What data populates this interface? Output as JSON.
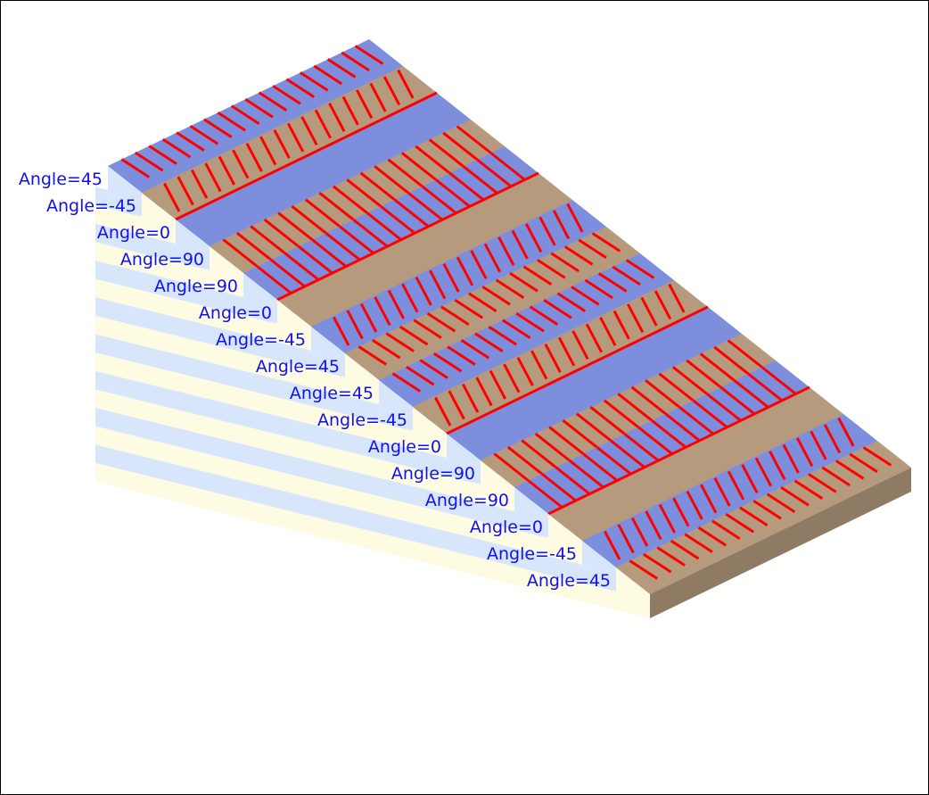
{
  "diagram": {
    "background": "#ffffff",
    "border_color": "#000000",
    "label_color": "#1010f0",
    "hatch_color": "#ff0000",
    "colors": {
      "blue_top": "#7d8fdc",
      "blue_riser": "#5a68a6",
      "tan_top": "#b59a7d",
      "tan_riser": "#8f7a63",
      "side_light_blue": "#d8e6fc",
      "side_cream": "#fdfbe2"
    }
  },
  "steps": [
    {
      "label": "Angle=45",
      "surface": "blue"
    },
    {
      "label": "Angle=-45",
      "surface": "tan"
    },
    {
      "label": "Angle=0",
      "surface": "blue"
    },
    {
      "label": "Angle=90",
      "surface": "tan"
    },
    {
      "label": "Angle=90",
      "surface": "blue"
    },
    {
      "label": "Angle=0",
      "surface": "tan"
    },
    {
      "label": "Angle=-45",
      "surface": "blue"
    },
    {
      "label": "Angle=45",
      "surface": "tan"
    },
    {
      "label": "Angle=45",
      "surface": "blue"
    },
    {
      "label": "Angle=-45",
      "surface": "tan"
    },
    {
      "label": "Angle=0",
      "surface": "blue"
    },
    {
      "label": "Angle=90",
      "surface": "tan"
    },
    {
      "label": "Angle=90",
      "surface": "blue"
    },
    {
      "label": "Angle=0",
      "surface": "tan"
    },
    {
      "label": "Angle=-45",
      "surface": "blue"
    },
    {
      "label": "Angle=45",
      "surface": "tan"
    }
  ]
}
